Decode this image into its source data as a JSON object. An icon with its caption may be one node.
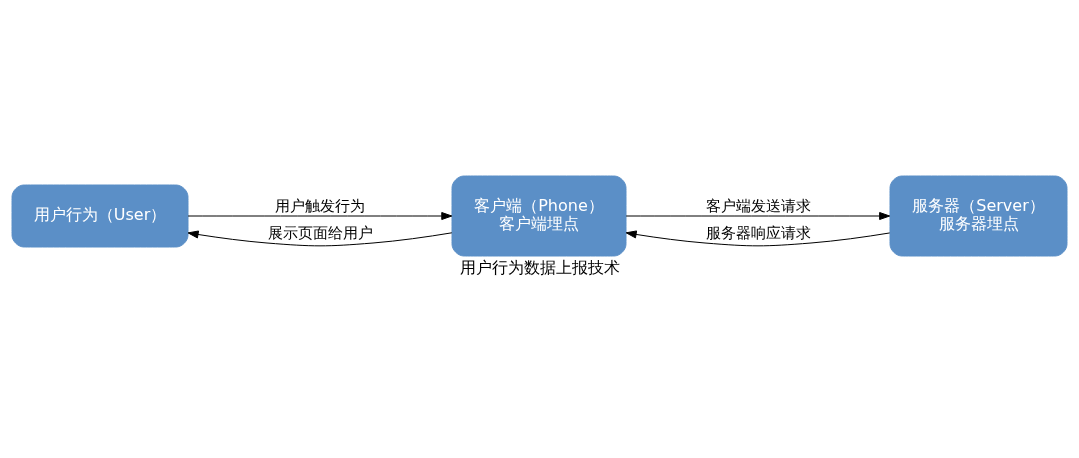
{
  "diagram": {
    "caption": "用户行为数据上报技术",
    "nodes": [
      {
        "text": [
          "用户行为（User）"
        ]
      },
      {
        "text": [
          "客户端（Phone）",
          "客户端埋点"
        ]
      },
      {
        "text": [
          "服务器（Server）",
          "服务器埋点"
        ]
      }
    ],
    "edges": [
      {
        "from": 0,
        "to": 1,
        "arrow": "to",
        "label": "用户触发行为"
      },
      {
        "from": 1,
        "to": 0,
        "arrow": "to",
        "label": "展示页面给用户"
      },
      {
        "from": 1,
        "to": 2,
        "arrow": "to",
        "label": "客户端发送请求"
      },
      {
        "from": 2,
        "to": 1,
        "arrow": "to",
        "label": "服务器响应请求"
      }
    ]
  }
}
